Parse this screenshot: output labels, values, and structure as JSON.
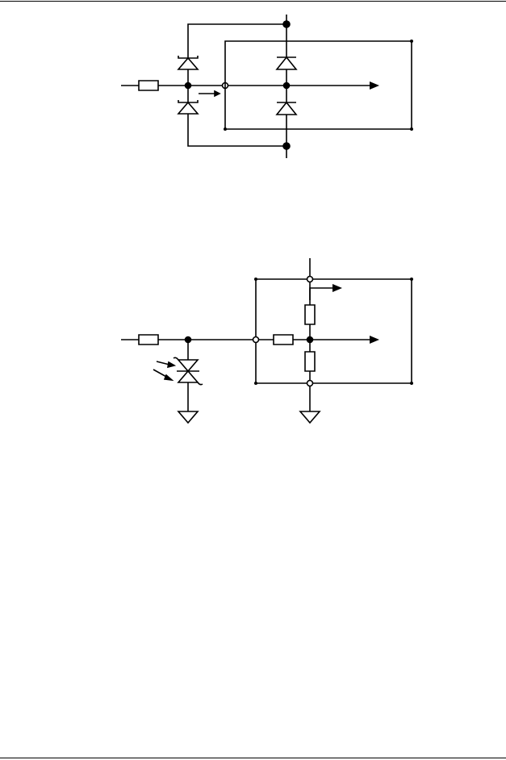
{
  "page": {
    "background": "#ffffff",
    "ink": "#000000"
  },
  "figures": [
    {
      "id": "schematic-1",
      "components": [
        "resistor",
        "zener-diode",
        "zener-diode",
        "diode",
        "diode",
        "junction-dot",
        "open-terminal",
        "arrow"
      ]
    },
    {
      "id": "schematic-2",
      "components": [
        "resistor",
        "resistor",
        "resistor",
        "resistor",
        "photo-thyristor",
        "ground",
        "ground",
        "junction-dot",
        "open-terminal",
        "arrow"
      ]
    }
  ]
}
